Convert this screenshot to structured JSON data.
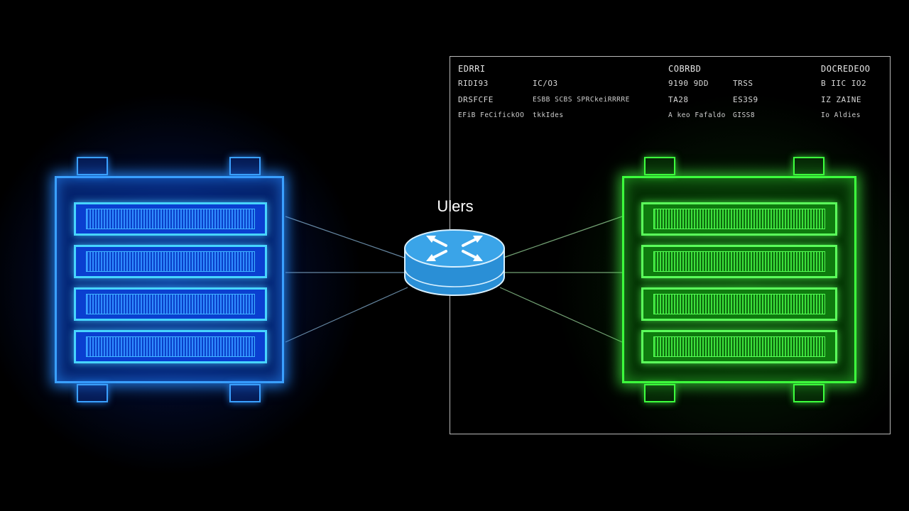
{
  "router": {
    "label": "Ulers",
    "icon": "router-icon",
    "color": "#2a8fd6"
  },
  "servers": [
    {
      "name": "left-server",
      "color": "#3aa0ff",
      "drive_count": 4
    },
    {
      "name": "right-server",
      "color": "#3dff3d",
      "drive_count": 4
    }
  ],
  "panel": {
    "columns": [
      {
        "header": "EDRRI",
        "rows": [
          "RIDI93",
          "DRSFCFE",
          "EFiB FeCifickOO"
        ]
      },
      {
        "header": "",
        "rows": [
          "IC/O3",
          "ESBB SCBS SPRCkeiRRRRE",
          "tkkIdes"
        ]
      },
      {
        "header": "COBRBD",
        "rows": [
          "9190 9DD",
          "TA28",
          "A keo Fafaldo"
        ]
      },
      {
        "header": "",
        "rows": [
          "TRSS",
          "ES3S9",
          "GISS8"
        ]
      },
      {
        "header": "DOCREDEOO",
        "rows": [
          "B IIC IO2",
          "IZ ZAINE",
          "Io Aldies"
        ]
      }
    ]
  }
}
